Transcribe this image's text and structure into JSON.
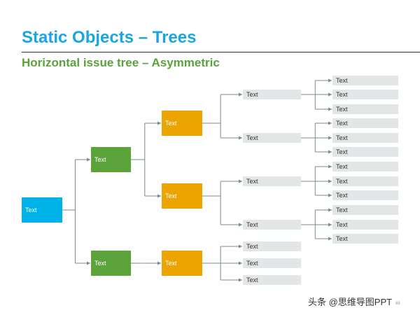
{
  "title": "Static Objects – Trees",
  "subtitle": "Horizontal issue tree – Asymmetric",
  "colors": {
    "title": "#1aa6e0",
    "subtitle": "#5aa23a",
    "root": "#00b3e8",
    "level1": "#5ca33c",
    "level2": "#eca500",
    "leaf": "#e3e6e6",
    "connector": "#7a8a8a"
  },
  "tree": {
    "label": "Text",
    "children": [
      {
        "label": "Text",
        "children": [
          {
            "label": "Text",
            "children": [
              {
                "label": "Text",
                "children": [
                  {
                    "label": "Text"
                  },
                  {
                    "label": "Text"
                  },
                  {
                    "label": "Text"
                  }
                ]
              },
              {
                "label": "Text",
                "children": [
                  {
                    "label": "Text"
                  },
                  {
                    "label": "Text"
                  },
                  {
                    "label": "Text"
                  }
                ]
              }
            ]
          },
          {
            "label": "Text",
            "children": [
              {
                "label": "Text",
                "children": [
                  {
                    "label": "Text"
                  },
                  {
                    "label": "Text"
                  },
                  {
                    "label": "Text"
                  }
                ]
              },
              {
                "label": "Text",
                "children": [
                  {
                    "label": "Text"
                  },
                  {
                    "label": "Text"
                  },
                  {
                    "label": "Text"
                  }
                ]
              }
            ]
          }
        ]
      },
      {
        "label": "Text",
        "children": [
          {
            "label": "Text",
            "children": [
              {
                "label": "Text"
              },
              {
                "label": "Text"
              },
              {
                "label": "Text"
              }
            ]
          }
        ]
      }
    ]
  },
  "watermark": "头条 @思维导图PPT",
  "page_number": "68"
}
